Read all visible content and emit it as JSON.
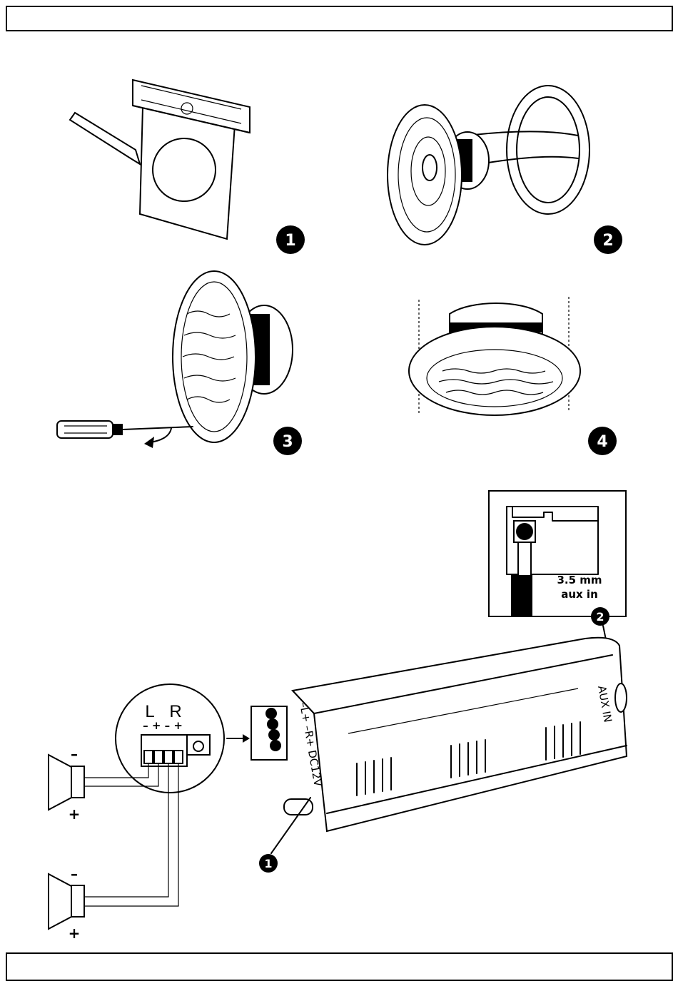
{
  "steps": [
    {
      "number": "1",
      "icon": "template-marking-icon"
    },
    {
      "number": "2",
      "icon": "speaker-wiring-icon"
    },
    {
      "number": "3",
      "icon": "screwdriver-mounting-icon"
    },
    {
      "number": "4",
      "icon": "mounted-speaker-icon"
    }
  ],
  "wiring": {
    "aux_label_line1": "3.5 mm",
    "aux_label_line2": "aux in",
    "aux_callout": "2",
    "terminal_callout": "1",
    "amp_panel_left": "–L+  –R+  DC12V",
    "amp_panel_right": "AUX IN",
    "terminal_L": "L",
    "terminal_R": "R",
    "terminal_polarity": "– + – +",
    "speaker_top_minus": "–",
    "speaker_top_plus": "+",
    "speaker_bottom_minus": "–",
    "speaker_bottom_plus": "+"
  }
}
